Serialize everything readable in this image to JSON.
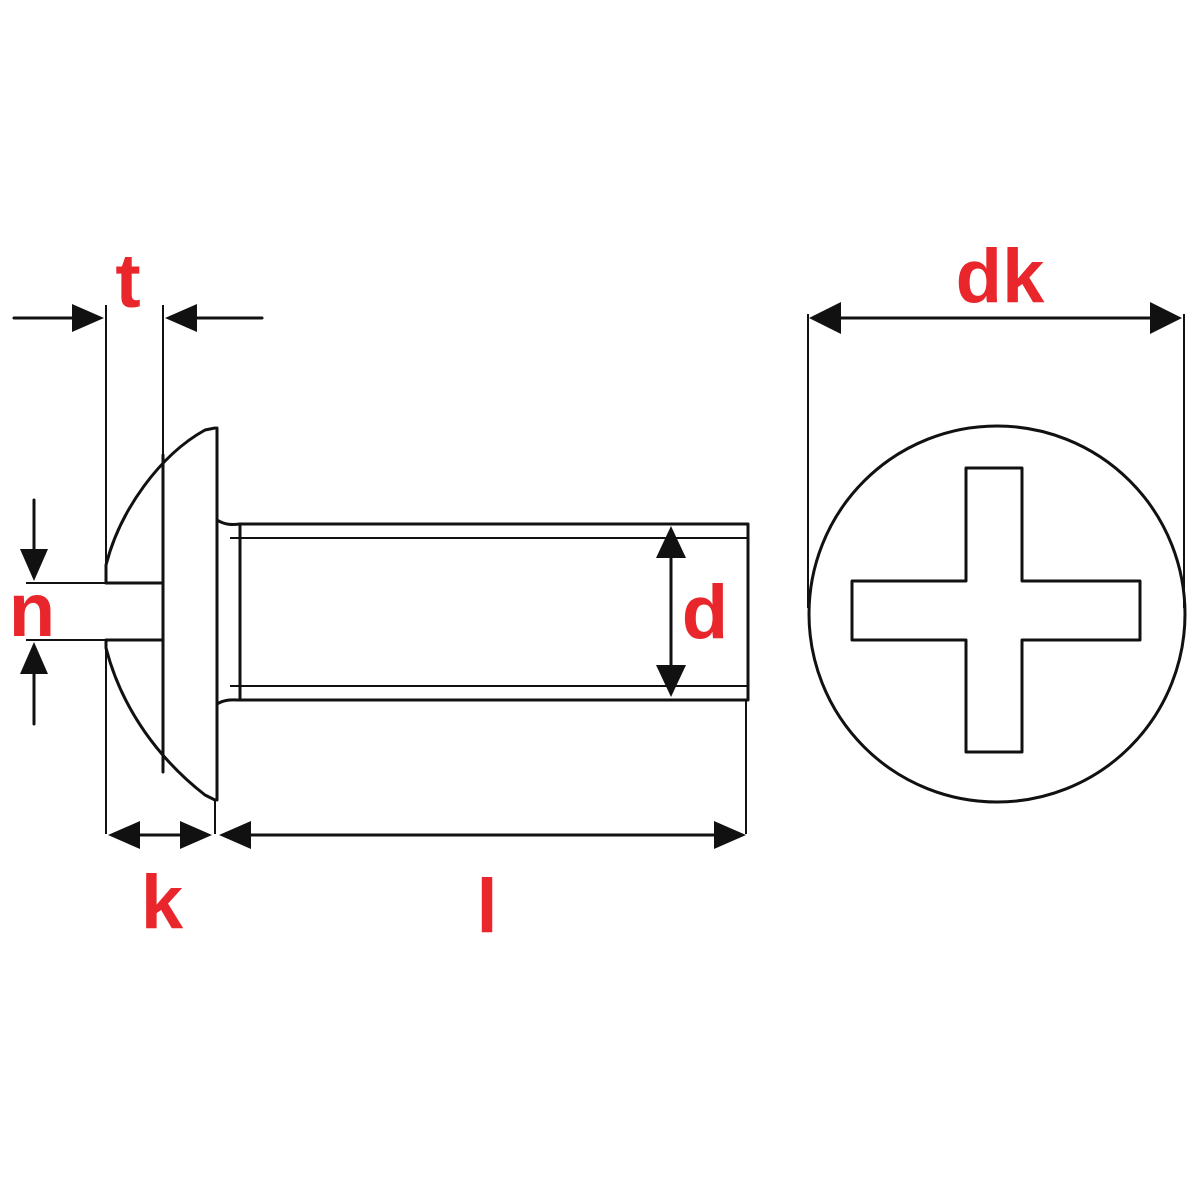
{
  "labels": {
    "t": "t",
    "n": "n",
    "k": "k",
    "l": "l",
    "d": "d",
    "dk": "dk"
  },
  "colors": {
    "label": "#e8262b",
    "line": "#111111",
    "background": "#ffffff"
  }
}
